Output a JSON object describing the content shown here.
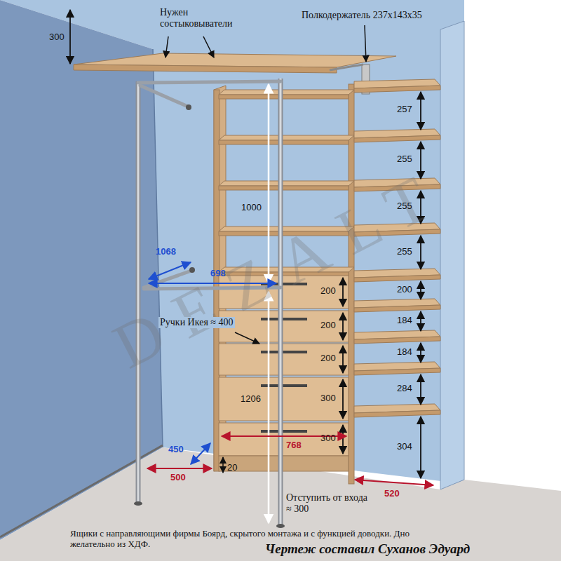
{
  "diagram": {
    "caption": "Чертеж составил Суханов Эдуард",
    "labels": [
      "300",
      "Нужен состыковыватели",
      "Полкодержатель 237х143х35",
      "257",
      "255",
      "255",
      "255",
      "200",
      "184",
      "184",
      "284",
      "304",
      "1000",
      "1068",
      "698",
      "200",
      "200",
      "200",
      "300",
      "300",
      "Ручки Икея ≈ 400",
      "1206",
      "768",
      "450",
      "500",
      "20",
      "520",
      "Отступить от входа ≈ 300",
      "Ящики с направляющими фирмы Боярд, скрытого монтажа и с функцией доводки. Дно желательно из ХДФ.",
      "DEZALT"
    ]
  }
}
